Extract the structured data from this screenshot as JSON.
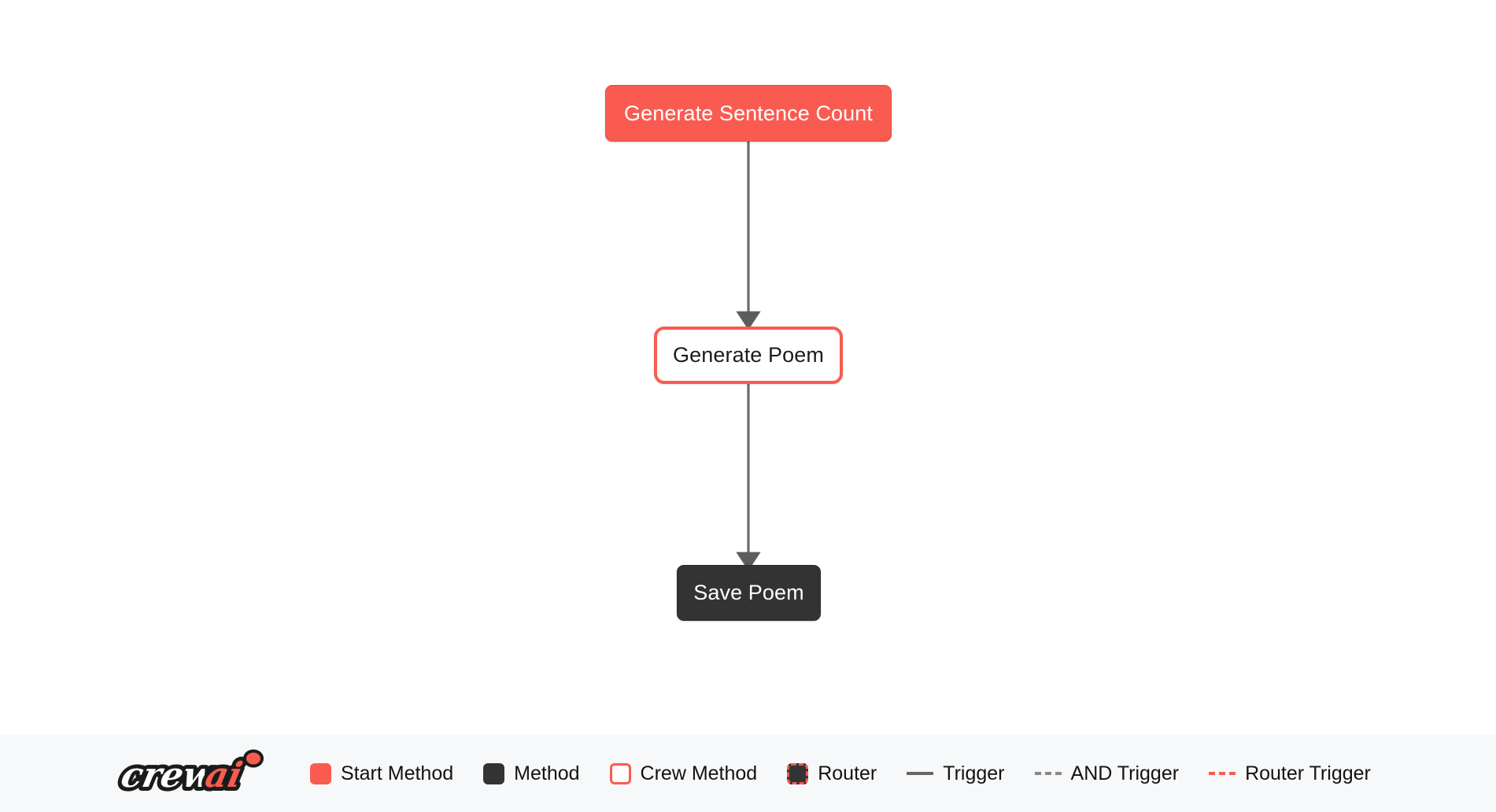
{
  "colors": {
    "start_method": "#fa5b50",
    "method": "#333333",
    "crew_method_border": "#fa5b50",
    "router_border": "#fa5b50",
    "trigger_line": "#666666",
    "and_trigger_line": "#888888",
    "router_trigger_line": "#fa5b50",
    "canvas_background": "#ffffff",
    "legend_background": "#f7f8fa"
  },
  "flow": {
    "nodes": [
      {
        "id": "generate-sentence-count",
        "label": "Generate Sentence Count",
        "type": "start-method"
      },
      {
        "id": "generate-poem",
        "label": "Generate Poem",
        "type": "crew-method"
      },
      {
        "id": "save-poem",
        "label": "Save Poem",
        "type": "method"
      }
    ],
    "edges": [
      {
        "from": "generate-sentence-count",
        "to": "generate-poem",
        "type": "trigger"
      },
      {
        "from": "generate-poem",
        "to": "save-poem",
        "type": "trigger"
      }
    ]
  },
  "legend": {
    "brand": {
      "name": "crewai",
      "part_light": "crew",
      "part_accent": "ai"
    },
    "items": [
      {
        "key": "start-method",
        "label": "Start Method",
        "swatch": "filled-coral-square"
      },
      {
        "key": "method",
        "label": "Method",
        "swatch": "filled-dark-square"
      },
      {
        "key": "crew-method",
        "label": "Crew Method",
        "swatch": "outlined-coral-square"
      },
      {
        "key": "router",
        "label": "Router",
        "swatch": "dashed-coral-dark-square"
      },
      {
        "key": "trigger",
        "label": "Trigger",
        "swatch": "solid-gray-line"
      },
      {
        "key": "and-trigger",
        "label": "AND Trigger",
        "swatch": "dashed-gray-line"
      },
      {
        "key": "router-trigger",
        "label": "Router Trigger",
        "swatch": "dashed-coral-line"
      }
    ]
  }
}
